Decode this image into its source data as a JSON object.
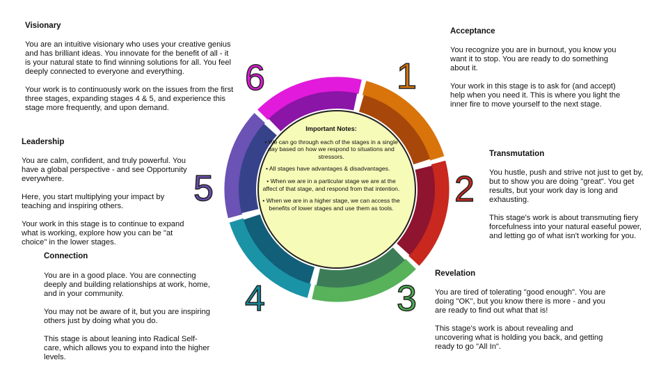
{
  "stages": {
    "visionary": {
      "title": "Visionary",
      "p1": "You are an intuitive visionary who uses your creative genius and has brilliant ideas. You innovate for the benefit of all - it is your natural state to find winning solutions for all. You feel deeply connected to everyone and everything.",
      "p2": "Your work is to continuously work on the issues from the first three stages, expanding stages 4 & 5, and experience this stage more frequently, and upon demand."
    },
    "leadership": {
      "title": "Leadership",
      "p1": "You are calm, confident, and truly powerful. You have a global perspective - and see Opportunity everywhere.",
      "p2": "Here, you start multiplying your impact by teaching and inspiring others.",
      "p3": "Your work in this stage is to continue to expand what is working, explore how you can be \"at choice\" in the lower stages."
    },
    "connection": {
      "title": "Connection",
      "p1": "You are in a good place. You are connecting deeply and building relationships at work, home, and in your community.",
      "p2": "You may not be aware of it, but you are inspiring others just by doing what you do.",
      "p3": "This stage is about leaning into Radical Self-care, which allows you to expand into the higher levels."
    },
    "acceptance": {
      "title": "Acceptance",
      "p1": "You recognize you are in burnout, you know you want it to stop. You are ready to do something about it.",
      "p2": "Your work in this stage is to ask for (and accept) help when you need it. This is where you light the inner fire to move yourself to the next stage."
    },
    "transmutation": {
      "title": "Transmutation",
      "p1": "You hustle, push and strive not just to get by, but to show you are doing \"great\". You get results, but your work day is long and exhausting.",
      "p2": "This stage's work is about transmuting fiery forcefulness into your natural easeful power, and letting go of what isn't working for you."
    },
    "revelation": {
      "title": "Revelation",
      "p1": "You are tired of tolerating \"good enough\". You are doing \"OK\", but you know there is more - and you are ready to find out what that is!",
      "p2": "This stage's work is about revealing and uncovering what is holding you back, and getting ready to go \"All In\"."
    }
  },
  "numbers": [
    {
      "label": "1",
      "color": "#D9740B"
    },
    {
      "label": "2",
      "color": "#C8281E"
    },
    {
      "label": "3",
      "color": "#4CAF50"
    },
    {
      "label": "4",
      "color": "#178C9C"
    },
    {
      "label": "5",
      "color": "#6A4FB0"
    },
    {
      "label": "6",
      "color": "#E21ADB"
    }
  ],
  "ring_colors": {
    "outer": [
      "#D9740B",
      "#C8281E",
      "#57B25A",
      "#1B93A6",
      "#6B52B5",
      "#E21ADB"
    ],
    "inner": [
      "#A8470A",
      "#8E1430",
      "#3C7D57",
      "#115F78",
      "#36438A",
      "#8A15A6"
    ]
  },
  "notes": {
    "title": "Important Notes:",
    "n1": "• We can go through each of the stages in a single day based on how we respond to situations and stressors.",
    "n2": "•   All stages have advantages & disadvantages.",
    "n3": "•     When we are in a particular stage we are at the affect of that stage, and respond from that intention.",
    "n4": "•      When we are in a higher stage, we can access the benefits of lower stages and use them as tools."
  },
  "center_fill": "#F7FBB8"
}
